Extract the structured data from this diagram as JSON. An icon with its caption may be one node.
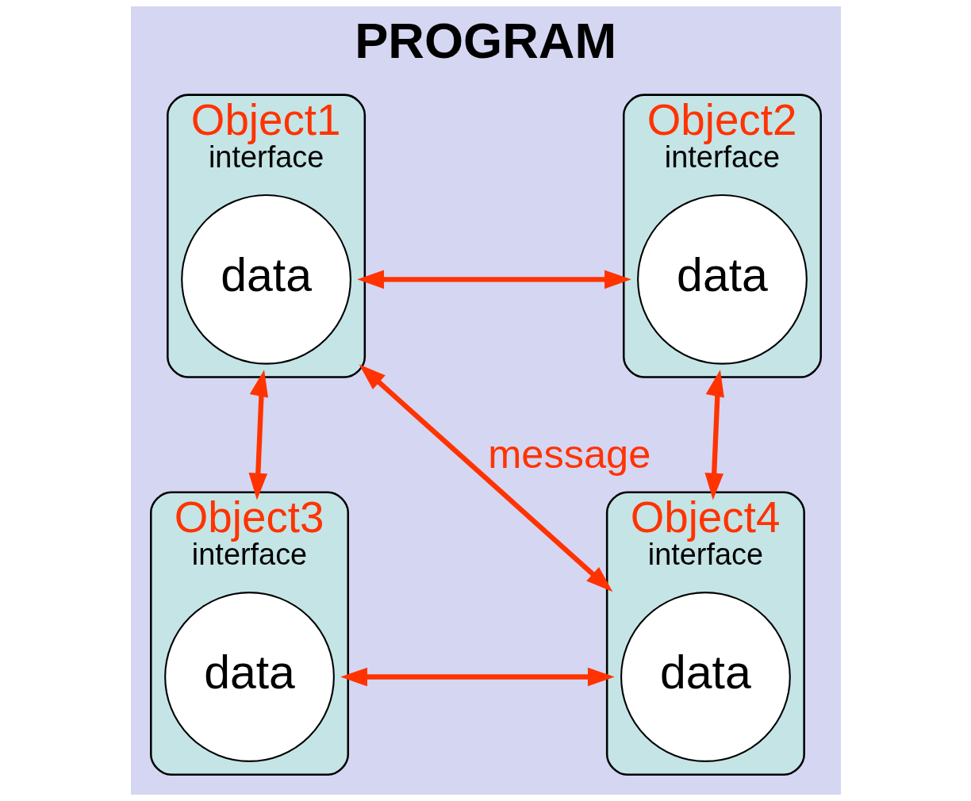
{
  "diagram": {
    "title": "PROGRAM",
    "nodes": [
      {
        "text": [
          "Object1",
          "interface"
        ]
      },
      {
        "text": [
          "data"
        ],
        "in": 0
      },
      {
        "text": [
          "Object2",
          "interface"
        ]
      },
      {
        "text": [
          "data"
        ],
        "in": 2
      },
      {
        "text": [
          "Object3",
          "interface"
        ]
      },
      {
        "text": [
          "data"
        ],
        "in": 4
      },
      {
        "text": [
          "Object4",
          "interface"
        ]
      },
      {
        "text": [
          "data"
        ],
        "in": 6
      }
    ],
    "edges": [
      {
        "from": 0,
        "to": 2,
        "arrow": "both"
      },
      {
        "from": 0,
        "to": 4,
        "arrow": "both"
      },
      {
        "from": 0,
        "to": 6,
        "arrow": "both",
        "label": "message"
      },
      {
        "from": 2,
        "to": 6,
        "arrow": "both"
      },
      {
        "from": 4,
        "to": 6,
        "arrow": "both"
      }
    ]
  }
}
